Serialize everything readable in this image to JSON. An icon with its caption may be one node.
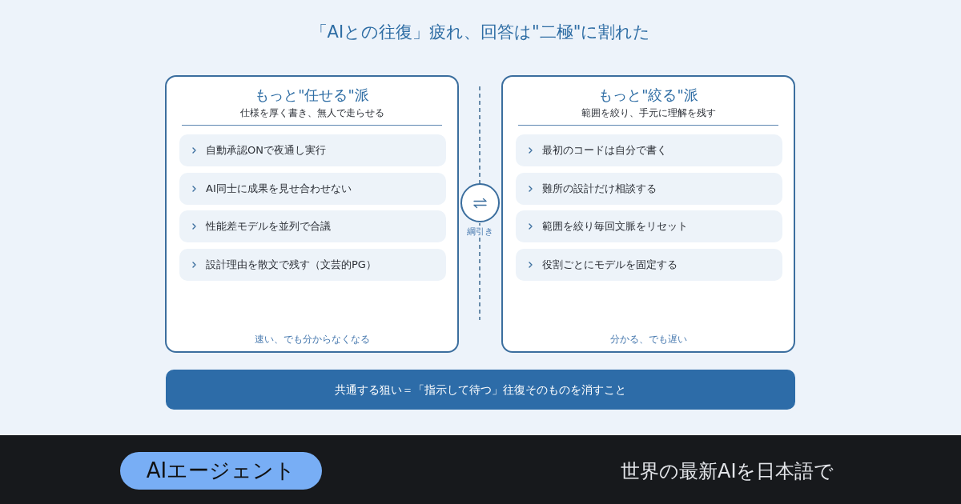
{
  "diagram": {
    "title": "「AIとの往復」疲れ、回答は\"二極\"に割れた",
    "nodes": [
      {
        "text": [
          "もっと\"任せる\"派",
          "仕様を厚く書き、無人で走らせる",
          "速い、でも分からなくなる"
        ]
      },
      {
        "text": [
          "自動承認ONで夜通し実行"
        ],
        "in": 0
      },
      {
        "text": [
          "AI同士に成果を見せ合わせない"
        ],
        "in": 0
      },
      {
        "text": [
          "性能差モデルを並列で合議"
        ],
        "in": 0
      },
      {
        "text": [
          "設計理由を散文で残す（文芸的PG）"
        ],
        "in": 0
      },
      {
        "text": [
          "もっと\"絞る\"派",
          "範囲を絞り、手元に理解を残す",
          "分かる、でも遅い"
        ]
      },
      {
        "text": [
          "最初のコードは自分で書く"
        ],
        "in": 5
      },
      {
        "text": [
          "難所の設計だけ相談する"
        ],
        "in": 5
      },
      {
        "text": [
          "範囲を絞り毎回文脈をリセット"
        ],
        "in": 5
      },
      {
        "text": [
          "役割ごとにモデルを固定する"
        ],
        "in": 5
      },
      {
        "text": [],
        "shape": "circle",
        "beside": [
          "綱引き"
        ]
      },
      {
        "text": [
          "共通する狙い＝「指示して待つ」往復そのものを消すこと"
        ]
      },
      {
        "text": [
          "AIエージェント"
        ]
      }
    ],
    "labels": [
      "世界の最新AIを日本語で"
    ]
  }
}
